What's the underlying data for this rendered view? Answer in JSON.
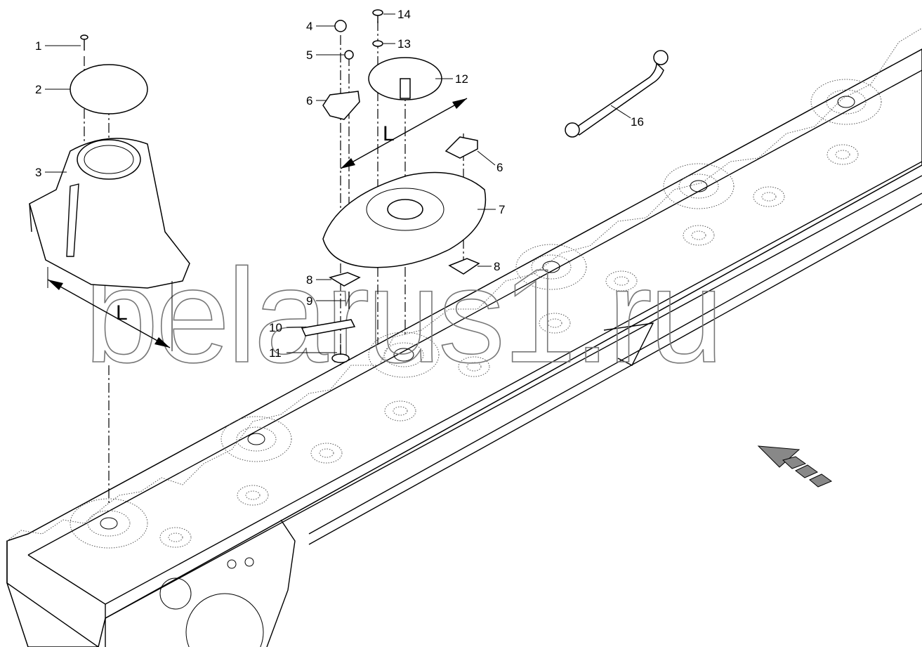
{
  "diagram": {
    "watermark": "belarus1.ru",
    "dimension_label": "L",
    "callouts": [
      {
        "id": "c1",
        "number": "1"
      },
      {
        "id": "c2",
        "number": "2"
      },
      {
        "id": "c3",
        "number": "3"
      },
      {
        "id": "c4",
        "number": "4"
      },
      {
        "id": "c5",
        "number": "5"
      },
      {
        "id": "c6a",
        "number": "6"
      },
      {
        "id": "c6b",
        "number": "6"
      },
      {
        "id": "c7",
        "number": "7"
      },
      {
        "id": "c8a",
        "number": "8"
      },
      {
        "id": "c8b",
        "number": "8"
      },
      {
        "id": "c9",
        "number": "9"
      },
      {
        "id": "c10",
        "number": "10"
      },
      {
        "id": "c11",
        "number": "11"
      },
      {
        "id": "c12",
        "number": "12"
      },
      {
        "id": "c13",
        "number": "13"
      },
      {
        "id": "c14",
        "number": "14"
      },
      {
        "id": "c16",
        "number": "16"
      }
    ]
  }
}
